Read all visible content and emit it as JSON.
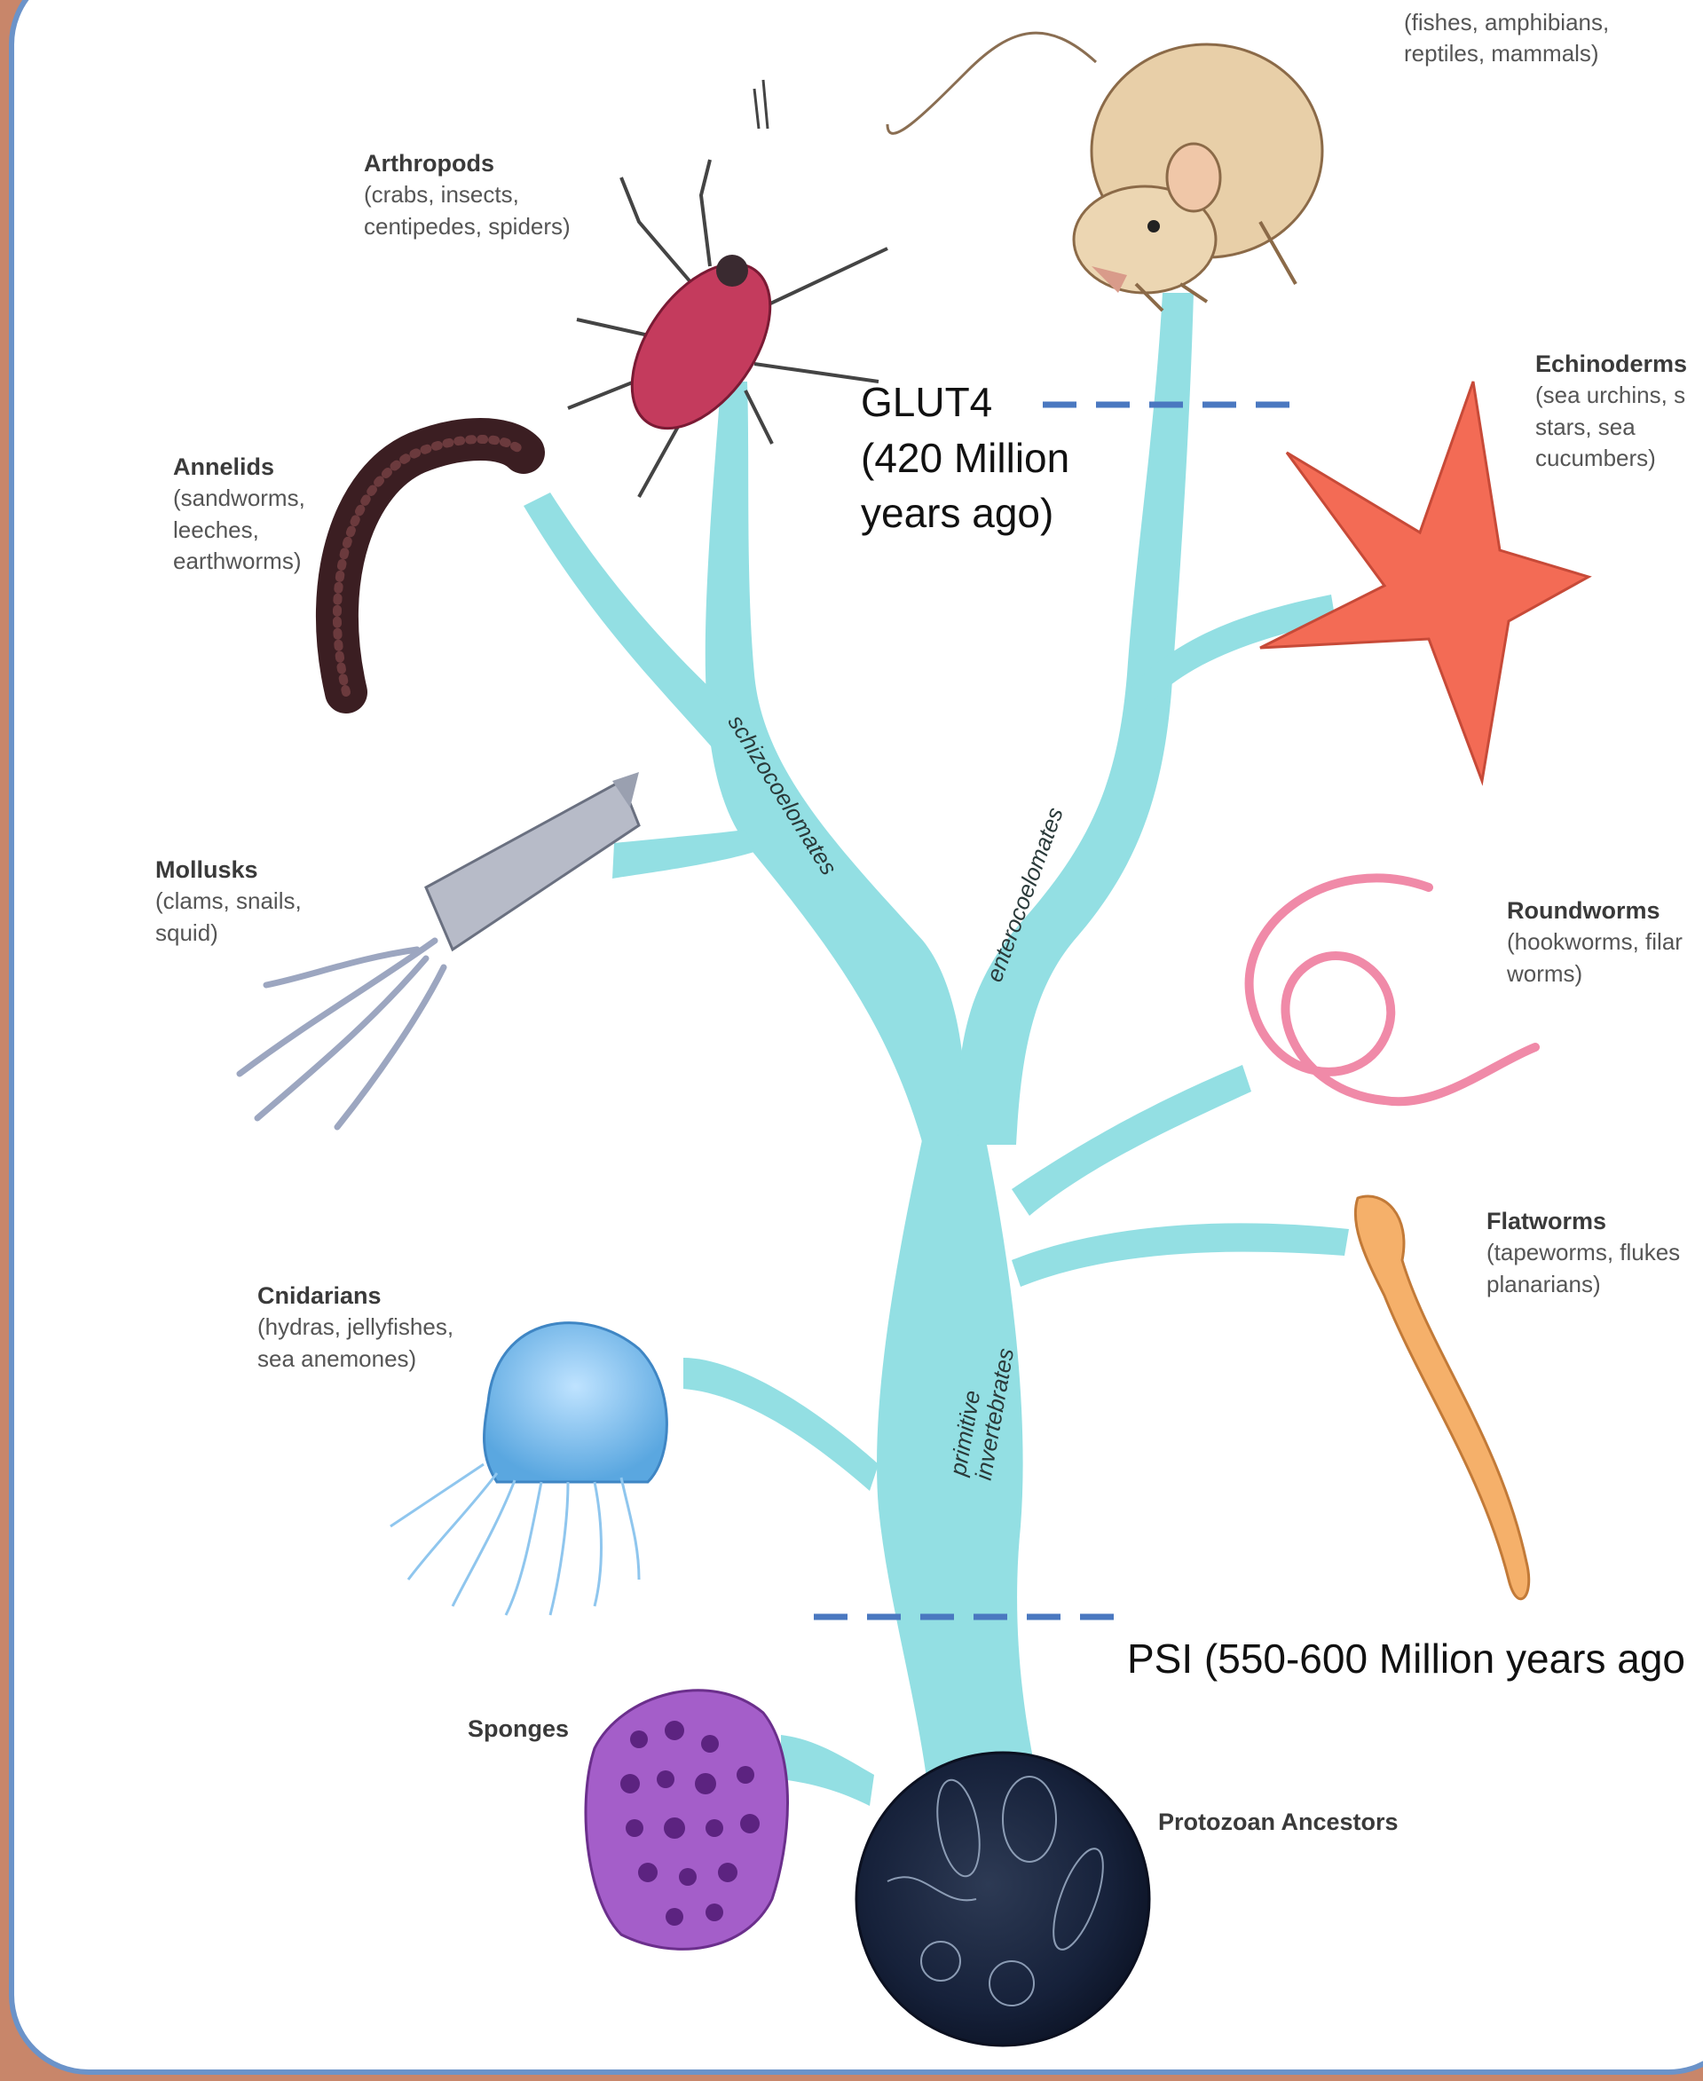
{
  "taxa": {
    "vertebrates": {
      "name": "",
      "members": "(fishes, amphibians,\nreptiles, mammals)"
    },
    "arthropods": {
      "name": "Arthropods",
      "members": "(crabs, insects,\ncentipedes, spiders)"
    },
    "echinoderms": {
      "name": "Echinoderms",
      "members": "(sea urchins, s\nstars, sea\ncucumbers)"
    },
    "annelids": {
      "name": "Annelids",
      "members": "(sandworms,\nleeches,\nearthworms)"
    },
    "mollusks": {
      "name": "Mollusks",
      "members": "(clams, snails,\nsquid)"
    },
    "roundworms": {
      "name": "Roundworms",
      "members": "(hookworms, filar\nworms)"
    },
    "flatworms": {
      "name": "Flatworms",
      "members": "(tapeworms, flukes\nplanarians)"
    },
    "cnidarians": {
      "name": "Cnidarians",
      "members": "(hydras, jellyfishes,\nsea anemones)"
    },
    "sponges": {
      "name": "Sponges"
    },
    "protozoa": {
      "name": "Protozoan Ancestors"
    }
  },
  "branch_labels": {
    "schizocoelomates": "schizocoelomates",
    "enterocoelomates": "enterocoelomates",
    "primitive_invertebrates": "primitive\ninvertebrates"
  },
  "annotations": {
    "glut4": "GLUT4\n(420 Million\nyears ago)",
    "psi": "PSI (550-600 Million years ago"
  },
  "colors": {
    "tree": "#93dfe3",
    "marker_line": "#4a78c0",
    "frame_border": "#6b93c9",
    "outer_background": "#c8866a"
  },
  "icons": {
    "vertebrates": "rat-illustration",
    "arthropods": "beetle-illustration",
    "annelids": "worm-illustration",
    "echinoderms": "starfish-illustration",
    "mollusks": "squid-illustration",
    "roundworms": "roundworm-illustration",
    "flatworms": "flatworm-illustration",
    "cnidarians": "jellyfish-illustration",
    "sponges": "sponge-illustration",
    "protozoa": "protozoa-illustration"
  }
}
